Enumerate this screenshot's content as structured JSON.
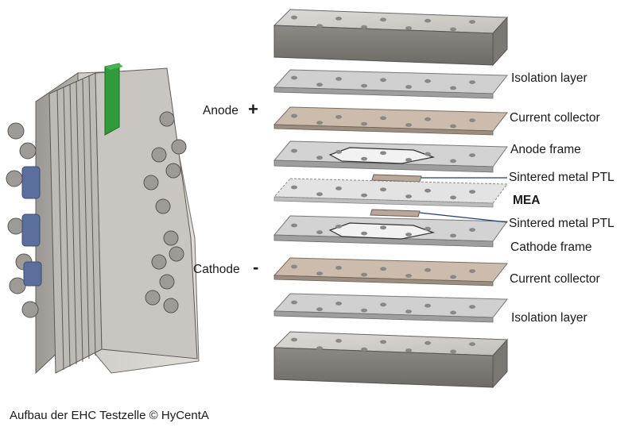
{
  "labels": {
    "anode": "Anode",
    "anode_sign": "+",
    "cathode": "Cathode",
    "cathode_sign": "-",
    "layers": [
      "Isolation layer",
      "Current collector",
      "Anode frame",
      "Sintered metal PTL",
      "MEA",
      "Sintered metal PTL",
      "Cathode frame",
      "Current collector",
      "Isolation layer"
    ]
  },
  "caption": "Aufbau der EHC Testzelle © HyCentA",
  "colors": {
    "plate_metal": "#d2d2d2",
    "plate_copper": "#cbbcae",
    "plate_mea": "#e3e3e3",
    "end_plate": "#bdbab6",
    "electrode_green": "#2f9b3a",
    "leader_line": "#1f3d7a"
  }
}
